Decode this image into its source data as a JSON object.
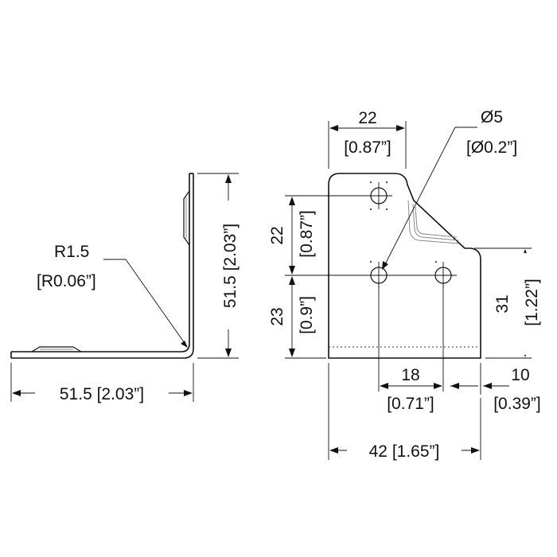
{
  "side_view": {
    "radius_label": "R1.5",
    "radius_label_in": "[R0.06”]",
    "height_label": "51.5 [2.03”]",
    "width_label": "51.5 [2.03”]"
  },
  "front_view": {
    "top_width": "22",
    "top_width_in": "[0.87”]",
    "hole_dia": "Ø5",
    "hole_dia_in": "[Ø0.2”]",
    "upper_spacing": "22",
    "upper_spacing_in": "[0.87”]",
    "lower_height": "23",
    "lower_height_in": "[0.9”]",
    "right_height": "31",
    "right_height_in": "[1.22”]",
    "hole_spacing": "18",
    "hole_spacing_in": "[0.71”]",
    "edge_offset": "10",
    "edge_offset_in": "[0.39”]",
    "overall_width": "42 [1.65”]"
  }
}
